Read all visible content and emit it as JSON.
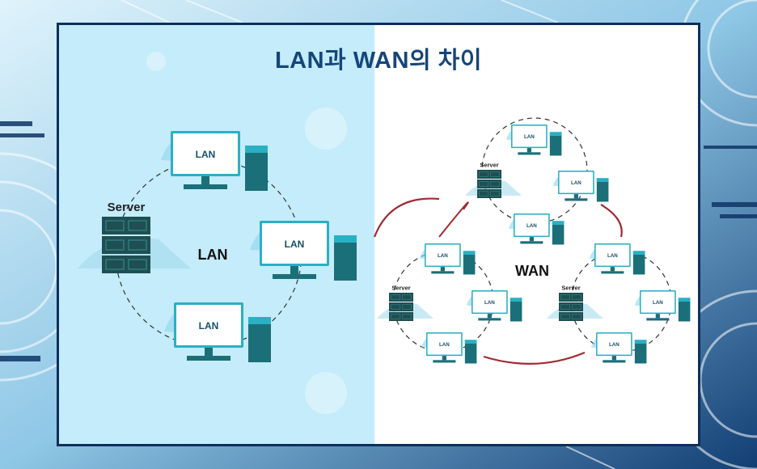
{
  "title": "LAN과 WAN의 차이",
  "lan_section": {
    "center_label": "LAN",
    "server_label": "Server",
    "computer_labels": [
      "LAN",
      "LAN",
      "LAN"
    ]
  },
  "wan_section": {
    "center_label": "WAN",
    "clusters": [
      {
        "server_label": "Server",
        "computer_labels": [
          "LAN",
          "LAN",
          "LAN"
        ]
      },
      {
        "server_label": "Server",
        "computer_labels": [
          "LAN",
          "LAN",
          "LAN"
        ]
      },
      {
        "server_label": "Server",
        "computer_labels": [
          "LAN",
          "LAN",
          "LAN"
        ]
      }
    ]
  },
  "colors": {
    "lan_panel": "#c4ecfb",
    "frame_border": "#0d2f5c",
    "title_text": "#15467a",
    "device_teal": "#1b6f78",
    "device_teal_light": "#2ab0c4",
    "server_dark": "#1f4f52",
    "wan_link": "#a12a33"
  }
}
